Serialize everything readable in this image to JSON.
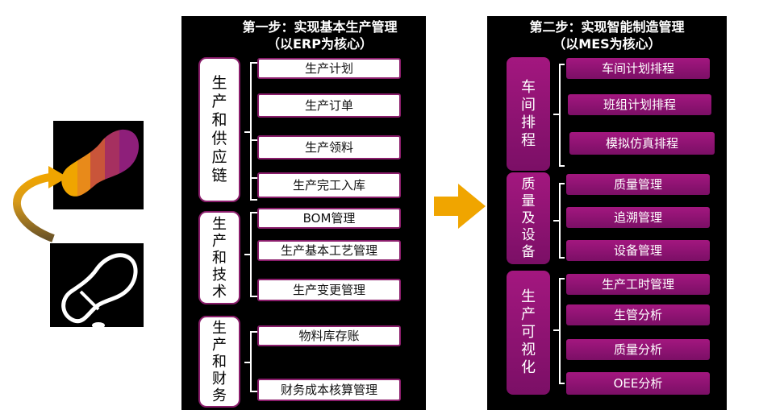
{
  "step1": {
    "title_line1": "第一步：实现基本生产管理",
    "title_line2": "（以ERP为核心）",
    "groups": [
      {
        "label": [
          "生",
          "产",
          "和",
          "供",
          "应",
          "链"
        ],
        "items": [
          "生产计划",
          "生产订单",
          "生产领料",
          "生产完工入库"
        ]
      },
      {
        "label": [
          "生",
          "产",
          "和",
          "技",
          "术"
        ],
        "items": [
          "BOM管理",
          "生产基本工艺管理",
          "生产变更管理"
        ]
      },
      {
        "label": [
          "生",
          "产",
          "和",
          "财",
          "务"
        ],
        "items": [
          "物料库存账",
          "财务成本核算管理"
        ]
      }
    ]
  },
  "step2": {
    "title_line1": "第二步：实现智能制造管理",
    "title_line2": "（以MES为核心）",
    "groups": [
      {
        "label": [
          "车",
          "间",
          "排",
          "程"
        ],
        "items": [
          "车间计划排程",
          "班组计划排程",
          "模拟仿真排程"
        ]
      },
      {
        "label": [
          "质",
          "量",
          "及",
          "设",
          "备"
        ],
        "items": [
          "质量管理",
          "追溯管理",
          "设备管理"
        ]
      },
      {
        "label": [
          "生",
          "产",
          "可",
          "视",
          "化"
        ],
        "items": [
          "生产工时管理",
          "生管分析",
          "质量分析",
          "OEE分析"
        ]
      }
    ]
  },
  "colors": {
    "accent_magenta": "#8a1d6b",
    "arrow_orange": "#f0a500",
    "panel_black": "#000000"
  },
  "icons": [
    "footprint-color-icon",
    "footprint-outline-icon",
    "curved-arrow-icon",
    "right-arrow-icon"
  ]
}
